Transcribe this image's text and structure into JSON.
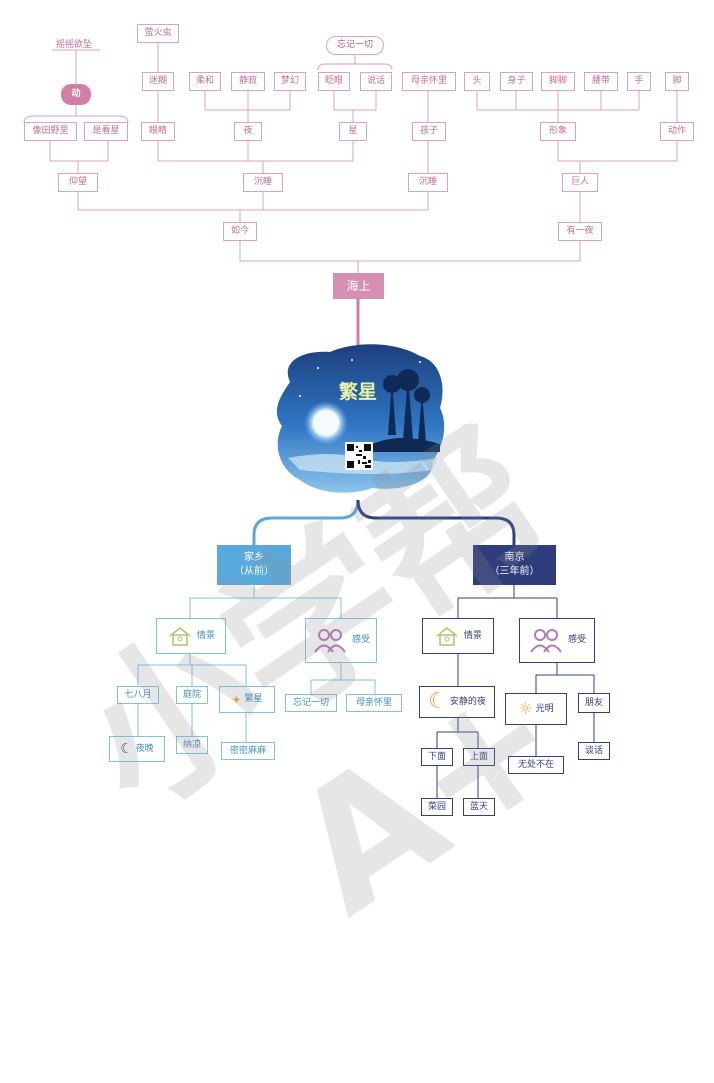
{
  "watermark": "小学帮A+",
  "center": {
    "title": "繁星",
    "qr": "qr-code-icon"
  },
  "root_top": "海上",
  "top": {
    "rujin": "如今",
    "youyiye": "有一夜",
    "yangwang": "仰望",
    "chenshui": "沉睡",
    "chenshui2": "沉睡",
    "juren": "巨人",
    "yaoyaoyuzhui": "摇摇欲坠",
    "dong": "动",
    "xiangtianye": "像田野里",
    "xixingxing": "是看星",
    "yinghuochong": "萤火虫",
    "mihu": "迷糊",
    "yanjing": "眼睛",
    "rouhe": "柔和",
    "jingji": "静寂",
    "menghuan": "梦幻",
    "ye": "夜",
    "wangjiyiqie": "忘记一切",
    "zhayan": "眨眼",
    "shuohua": "说话",
    "xing": "星",
    "muqinhuaili": "母亲怀里",
    "haizi": "孩子",
    "tou": "头",
    "shenzi": "身子",
    "bianjiao": "脚脚",
    "yaodai": "腰带",
    "shou": "手",
    "jiao": "脚",
    "xingxiang": "形象",
    "dongzuo": "动作"
  },
  "left": {
    "title_line1": "家乡",
    "title_line2": "（从前）",
    "qingjing": "情景",
    "ganshou": "感受",
    "qibayue": "七八月",
    "tingyuan": "庭院",
    "fanxing": "繁星",
    "yewan": "夜晚",
    "najing": "纳凉",
    "mimima": "密密麻麻",
    "wangjiyiqie": "忘记一切",
    "muqinhuaili": "母亲怀里"
  },
  "right": {
    "title_line1": "南京",
    "title_line2": "（三年前）",
    "qingjing": "情景",
    "ganshou": "感受",
    "anjingdeye": "安静的夜",
    "guangming": "光明",
    "pengyou": "朋友",
    "xiamian": "下面",
    "shangmian": "上面",
    "wuchubuzai": "无处不在",
    "tanhua": "谈话",
    "caiyuan": "菜园",
    "lantian": "蓝天"
  },
  "colors": {
    "pink": "#d9a5be",
    "light_blue": "#5aa9dd",
    "navy": "#2f3d7d"
  }
}
